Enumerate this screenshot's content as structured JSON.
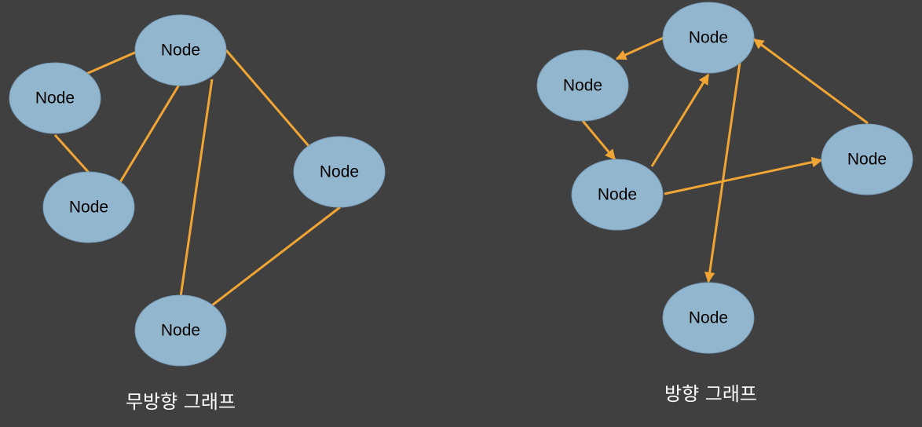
{
  "colors": {
    "background": "#404040",
    "node_fill": "#93b6cf",
    "edge": "#f0a534",
    "label_text": "#000000",
    "caption_text": "#ffffff"
  },
  "undirected_graph": {
    "caption": "무방향 그래프",
    "nodes": [
      {
        "id": "u1",
        "label": "Node"
      },
      {
        "id": "u2",
        "label": "Node"
      },
      {
        "id": "u3",
        "label": "Node"
      },
      {
        "id": "u4",
        "label": "Node"
      },
      {
        "id": "u5",
        "label": "Node"
      }
    ],
    "edges": [
      {
        "from": "u2",
        "to": "u1"
      },
      {
        "from": "u2",
        "to": "u3"
      },
      {
        "from": "u1",
        "to": "u3"
      },
      {
        "from": "u1",
        "to": "u5"
      },
      {
        "from": "u1",
        "to": "u4"
      },
      {
        "from": "u4",
        "to": "u5"
      }
    ]
  },
  "directed_graph": {
    "caption": "방향 그래프",
    "nodes": [
      {
        "id": "d1",
        "label": "Node"
      },
      {
        "id": "d2",
        "label": "Node"
      },
      {
        "id": "d3",
        "label": "Node"
      },
      {
        "id": "d4",
        "label": "Node"
      },
      {
        "id": "d5",
        "label": "Node"
      }
    ],
    "edges": [
      {
        "from": "d1",
        "to": "d2"
      },
      {
        "from": "d2",
        "to": "d3"
      },
      {
        "from": "d3",
        "to": "d1"
      },
      {
        "from": "d3",
        "to": "d4"
      },
      {
        "from": "d4",
        "to": "d1"
      },
      {
        "from": "d1",
        "to": "d5"
      }
    ]
  }
}
